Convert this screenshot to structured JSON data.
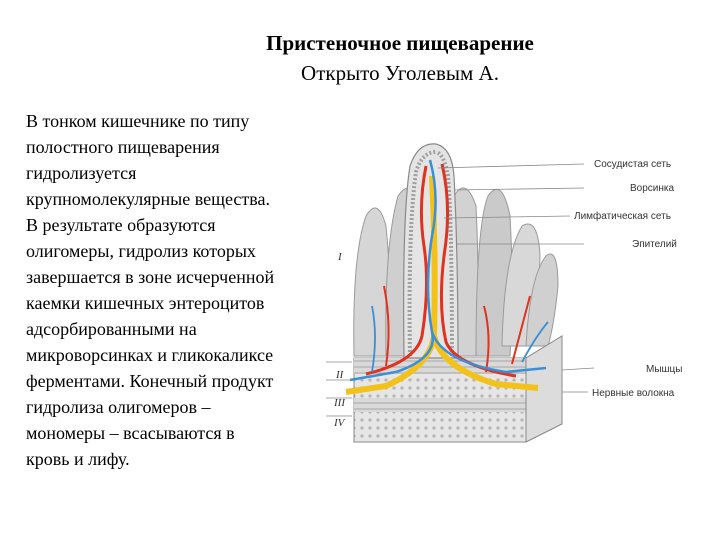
{
  "slide": {
    "title": "Пристеночное пищеварение",
    "subtitle": "Открыто Уголевым А.",
    "body_lines": [
      "В тонком кишечнике по типу",
      "полостного пищеварения",
      "гидролизуется",
      "крупномолекулярные вещества.",
      "В результате образуются",
      "олигомеры, гидролиз которых",
      "завершается в зоне исчерченной",
      "каемки кишечных энтероцитов",
      "адсорбированными на",
      "микроворсинках и гликокаликсе",
      "ферментами. Конечный продукт",
      "гидролиза олигомеров –",
      "мономеры – всасываются в",
      "кровь и лифу."
    ]
  },
  "figure": {
    "labels": {
      "vascular": "Сосудистая сеть",
      "villus": "Ворсинка",
      "lymphatic": "Лимфатическая сеть",
      "epithelium": "Эпителий",
      "muscles": "Мышцы",
      "nerves": "Нервные волокна"
    },
    "layer_marks": [
      "I",
      "II",
      "III",
      "IV"
    ],
    "colors": {
      "blood_arterial": "#e0321e",
      "blood_venous": "#3a8fd6",
      "lymph": "#f2c21a",
      "tissue": "#c8c8c8"
    }
  }
}
